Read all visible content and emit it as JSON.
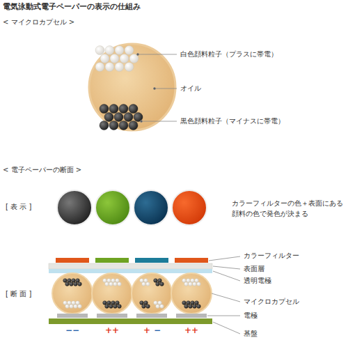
{
  "diagram": {
    "title": "電気泳動式電子ペーパーの表示の仕組み",
    "labels": [
      "< マイクロカプセル >",
      "白色顔料粒子（プラスに帯電）",
      "オイル",
      "黒色顔料粒子（マイナスに帯電）",
      "< 電子ペーパーの断面 >",
      "[ 表 示 ]",
      "カラーフィルターの色＋表面にある 顔料の色で発色が決まる",
      "[ 断 面 ]",
      "カラーフィルター",
      "表面層",
      "透明電極",
      "マイクロカプセル",
      "電極",
      "基盤",
      "−−",
      "++",
      "+",
      "−",
      "++"
    ]
  }
}
